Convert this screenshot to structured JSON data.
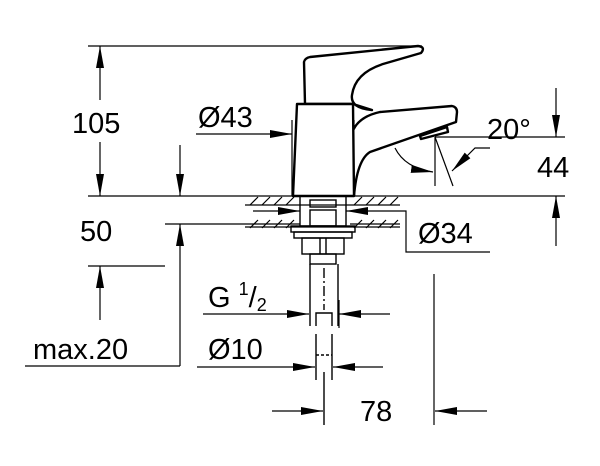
{
  "title": "Pillar tap dimension drawing",
  "dimensions": {
    "height_total": "105",
    "body_diameter": "Ø43",
    "spout_angle": "20°",
    "spout_height": "44",
    "shank_length": "50",
    "hole_diameter": "Ø34",
    "thread_prefix": "G",
    "thread_num": "1",
    "thread_slash": "/",
    "thread_den": "2",
    "max_thickness": "max.20",
    "pipe_diameter": "Ø10",
    "projection": "78"
  }
}
